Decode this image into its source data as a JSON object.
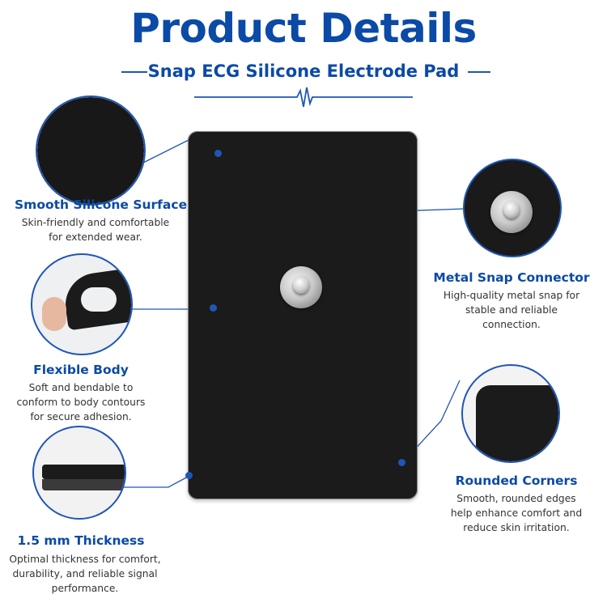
{
  "header": {
    "title": "Product Details",
    "subtitle": "Snap ECG Silicone Electrode Pad"
  },
  "colors": {
    "accent": "#0b4aa6",
    "line": "#1f56b5",
    "pad": "#1b1b1b"
  },
  "features": [
    {
      "title": "Smooth Silicone Surface",
      "desc_lines": [
        "Skin-friendly and comfortable",
        "for extended wear."
      ]
    },
    {
      "title": "Flexible Body",
      "desc_lines": [
        "Soft and bendable to",
        "conform to body contours",
        "for secure adhesion."
      ]
    },
    {
      "title": "1.5 mm Thickness",
      "desc_lines": [
        "Optimal thickness for comfort,",
        "durability, and reliable signal",
        "performance."
      ]
    },
    {
      "title": "Metal Snap Connector",
      "desc_lines": [
        "High-quality metal snap for",
        "stable and reliable",
        "connection."
      ]
    },
    {
      "title": "Rounded Corners",
      "desc_lines": [
        "Smooth, rounded edges",
        "help enhance comfort and",
        "reduce skin irritation."
      ]
    }
  ],
  "icons": [
    "ecg-pulse-icon",
    "snap-connector-icon"
  ]
}
